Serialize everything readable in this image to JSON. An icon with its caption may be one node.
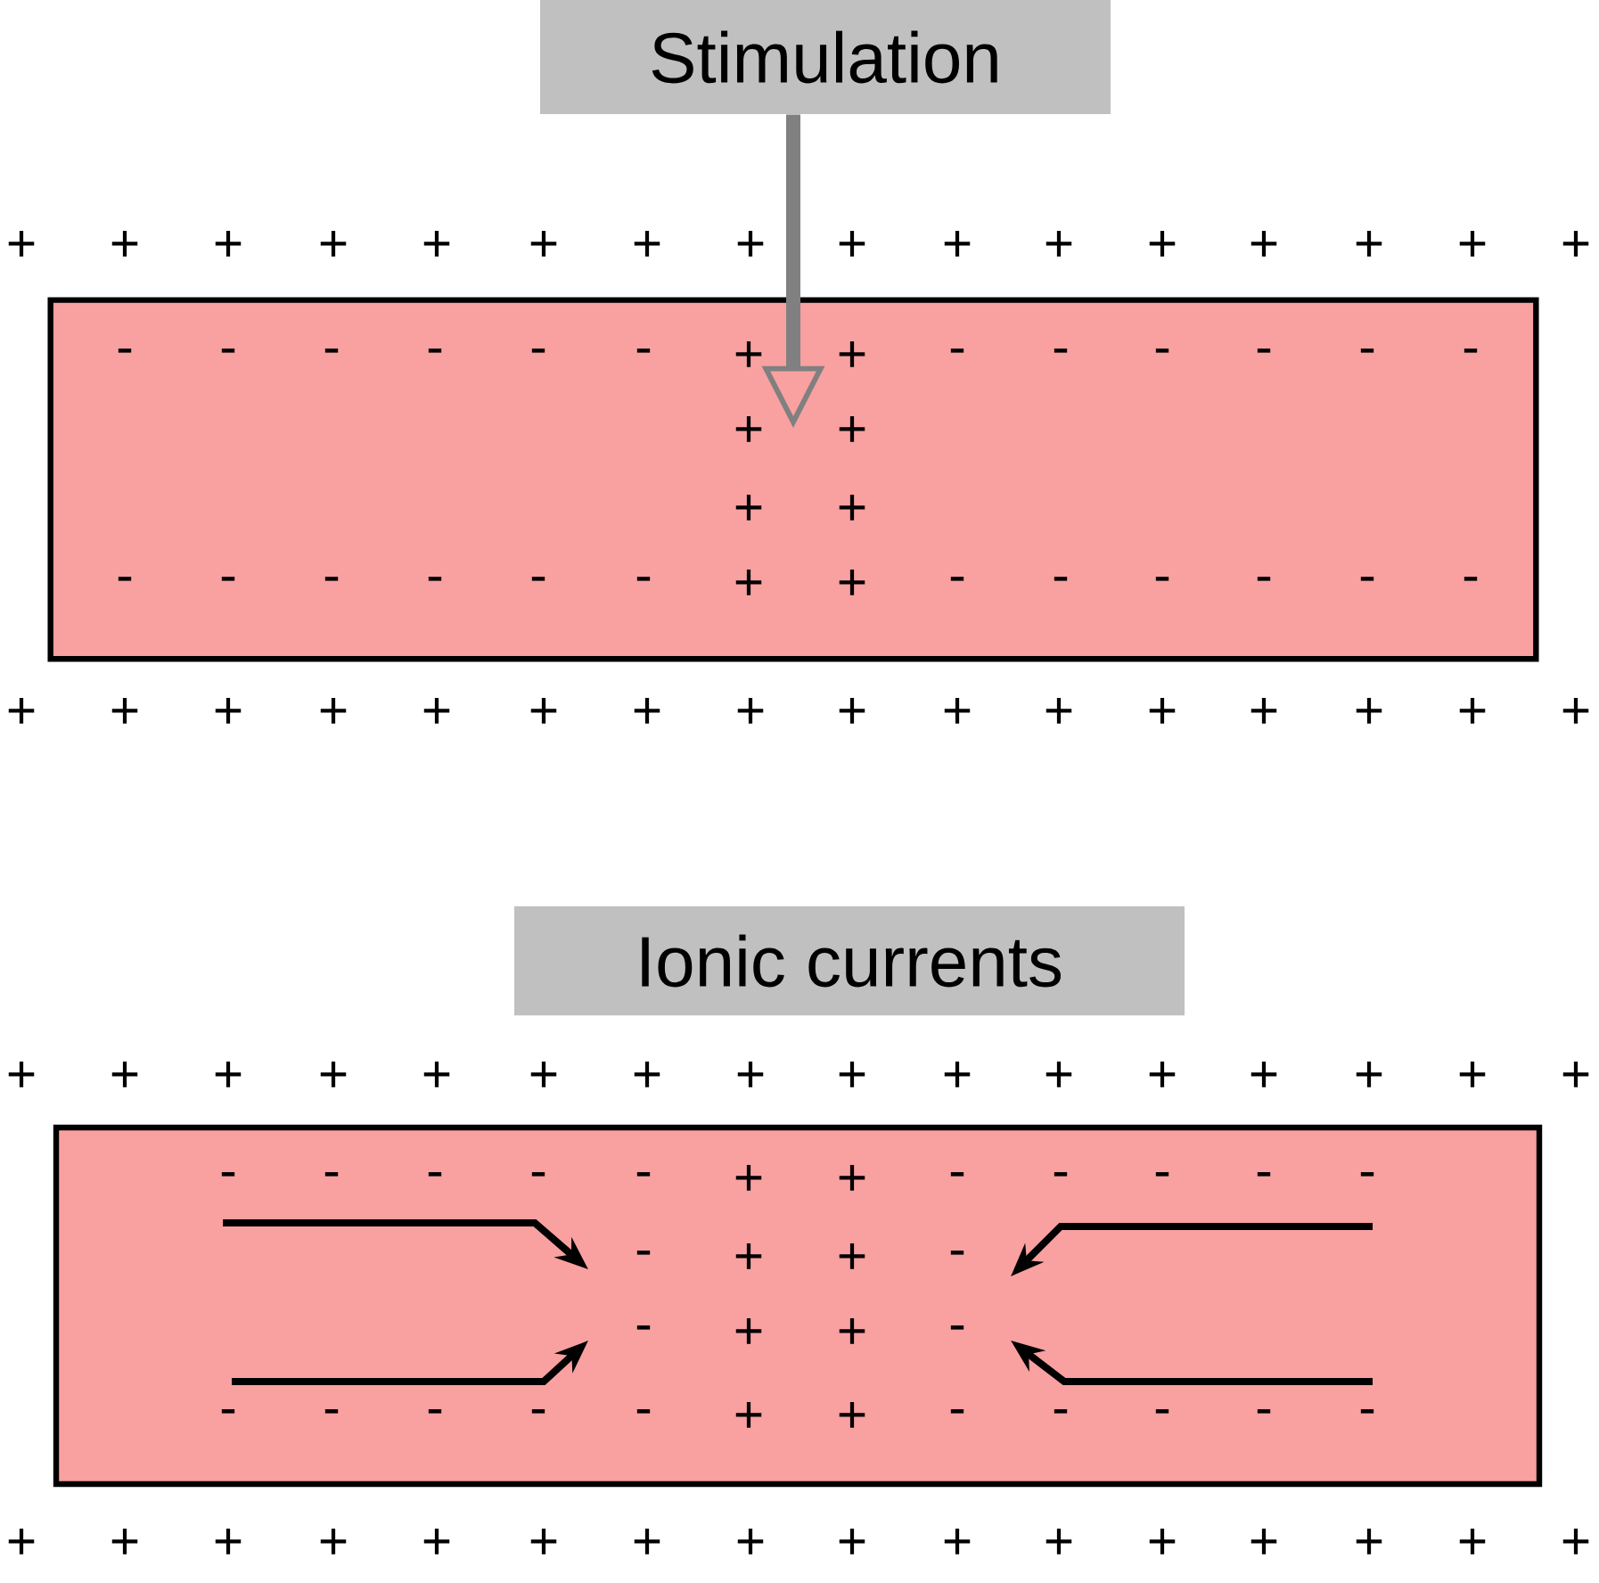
{
  "diagram": {
    "nodes": [
      {
        "text": [
          "Stimulation"
        ]
      },
      {
        "text": [],
        "shape": "box"
      },
      {
        "text": [
          "Ionic currents"
        ]
      },
      {
        "text": [],
        "shape": "box"
      }
    ],
    "edges": [
      {
        "from": 0,
        "to": 1,
        "arrow": "to",
        "color": "#808080"
      }
    ],
    "labels": [
      "+",
      "+",
      "+",
      "+",
      "+",
      "+",
      "+",
      "+",
      "+",
      "+",
      "+",
      "+",
      "+",
      "+",
      "+",
      "+",
      "-",
      "-",
      "-",
      "-",
      "-",
      "-",
      "+",
      "+",
      "-",
      "-",
      "-",
      "-",
      "-",
      "-",
      "+",
      "+",
      "+",
      "+",
      "-",
      "-",
      "-",
      "-",
      "-",
      "-",
      "+",
      "+",
      "-",
      "-",
      "-",
      "-",
      "-",
      "-",
      "+",
      "+",
      "+",
      "+",
      "+",
      "+",
      "+",
      "+",
      "+",
      "+",
      "+",
      "+",
      "+",
      "+",
      "+",
      "+",
      "+",
      "+",
      "+",
      "+",
      "+",
      "+",
      "+",
      "+",
      "+",
      "+",
      "+",
      "+",
      "+",
      "+",
      "+",
      "+",
      "-",
      "-",
      "-",
      "-",
      "-",
      "+",
      "+",
      "-",
      "-",
      "-",
      "-",
      "-",
      "-",
      "+",
      "+",
      "-",
      "-",
      "+",
      "+",
      "-",
      "-",
      "-",
      "-",
      "-",
      "-",
      "+",
      "+",
      "-",
      "-",
      "-",
      "-",
      "-",
      "+",
      "+",
      "+",
      "+",
      "+",
      "+",
      "+",
      "+",
      "+",
      "+",
      "+",
      "+",
      "+",
      "+",
      "+",
      "+"
    ]
  }
}
